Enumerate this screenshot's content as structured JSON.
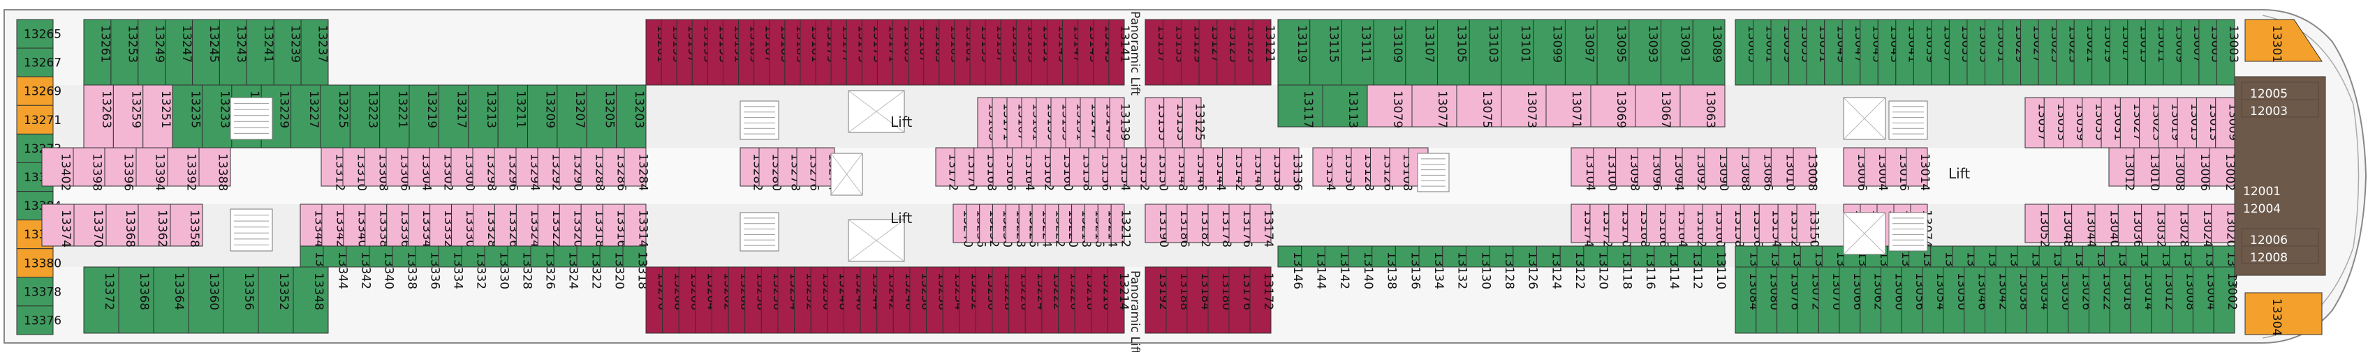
{
  "colors": {
    "green": "#3f9b5f",
    "pink": "#f3b7d4",
    "crimson": "#a51f4a",
    "orange": "#f3a12c",
    "brown": "#6d594a",
    "hull": "#f6f6f6",
    "hull_stroke": "#888888"
  },
  "labels": {
    "lift_a": "Lift",
    "lift_b": "Lift",
    "lift_main": "Lift",
    "panoramic_top": "Panoramic Lift",
    "panoramic_bottom": "Panoramic Lift"
  },
  "aft_column": [
    {
      "label": "13265",
      "c": "green"
    },
    {
      "label": "13267",
      "c": "green"
    },
    {
      "label": "13269",
      "c": "orange"
    },
    {
      "label": "13271",
      "c": "orange"
    },
    {
      "label": "13273",
      "c": "green"
    },
    {
      "label": "13386",
      "c": "green"
    },
    {
      "label": "13384",
      "c": "green"
    },
    {
      "label": "13382",
      "c": "orange"
    },
    {
      "label": "13380",
      "c": "orange"
    },
    {
      "label": "13378",
      "c": "green"
    },
    {
      "label": "13376",
      "c": "green"
    }
  ],
  "bow_suites": [
    "12005",
    "12003",
    "12001",
    "12004",
    "12006",
    "12008"
  ],
  "bow_corner": [
    "13301",
    "13304"
  ],
  "top_row": [
    "13261",
    "13253",
    "13249",
    "13247",
    "13245",
    "13243",
    "13241",
    "13239",
    "13237",
    "13201",
    "13199",
    "13197",
    "13195",
    "13193",
    "13191",
    "13189",
    "13187",
    "13185",
    "13183",
    "13181",
    "13179",
    "13177",
    "13175",
    "13173",
    "13171",
    "13169",
    "13167",
    "13165",
    "13163",
    "13161",
    "13159",
    "13157",
    "13155",
    "13153",
    "13151",
    "13149",
    "13147",
    "13145",
    "13143",
    "13141",
    "13137",
    "13133",
    "13129",
    "13127",
    "13125",
    "13123",
    "13121",
    "13119",
    "13115",
    "13111",
    "13109",
    "13107",
    "13105",
    "13103",
    "13101",
    "13099",
    "13097",
    "13095",
    "13093",
    "13091",
    "13089",
    "13065",
    "13061",
    "13059",
    "13055",
    "13051",
    "13049",
    "13047",
    "13045",
    "13043",
    "13041",
    "13039",
    "13037",
    "13035",
    "13033",
    "13031",
    "13029",
    "13027",
    "13025",
    "13023",
    "13021",
    "13019",
    "13017",
    "13015",
    "13011",
    "13009",
    "13007",
    "13005",
    "13003"
  ],
  "top_inner": [
    "13263",
    "13259",
    "13251",
    "13235",
    "13233",
    "13231",
    "13229",
    "13227",
    "13225",
    "13223",
    "13221",
    "13219",
    "13217",
    "13213",
    "13211",
    "13209",
    "13207",
    "13205",
    "13203",
    "13163b",
    "13171b",
    "13167",
    "13161",
    "13159",
    "13155",
    "13151",
    "13147",
    "13143",
    "13139",
    "13135",
    "13133",
    "13125",
    "13117",
    "13113",
    "13079",
    "13077",
    "13075",
    "13073",
    "13071",
    "13069",
    "13067",
    "13063",
    "13057",
    "13053",
    "13039",
    "13035",
    "13031",
    "13027",
    "13023",
    "13019",
    "13015",
    "13013",
    "13009"
  ],
  "mid_top_row": [
    "13402",
    "13398",
    "13396",
    "13394",
    "13392",
    "13388",
    "13312",
    "13310",
    "13308",
    "13306",
    "13304",
    "13302",
    "13300",
    "13298",
    "13296",
    "13294",
    "13292",
    "13290",
    "13288",
    "13286",
    "13284",
    "13282",
    "13280",
    "13278",
    "13276",
    "13274",
    "13172",
    "13170",
    "13168",
    "13166",
    "13164",
    "13162",
    "13160",
    "13158",
    "13156",
    "13154",
    "13152",
    "13150",
    "13148",
    "13146",
    "13144",
    "13142",
    "13140",
    "13138",
    "13136",
    "13134",
    "13130",
    "13128",
    "13126",
    "13108",
    "13106",
    "13104",
    "13100",
    "13098",
    "13096",
    "13094",
    "13092",
    "13090",
    "13088",
    "13086",
    "13010",
    "13008",
    "13006",
    "13004",
    "13016",
    "13014",
    "13012",
    "13010b",
    "13008b",
    "13006b",
    "13002"
  ],
  "mid_bottom_row": [
    "13374",
    "13370",
    "13368",
    "13362",
    "13358",
    "13344",
    "13342",
    "13340",
    "13338",
    "13336",
    "13334",
    "13332",
    "13330",
    "13328",
    "13326",
    "13324",
    "13322",
    "13320",
    "13318",
    "13316",
    "13314",
    "13240",
    "13236",
    "13232",
    "13230",
    "13228",
    "13226",
    "13224",
    "13222",
    "13220",
    "13218",
    "13216",
    "13214",
    "13212",
    "13190",
    "13186",
    "13182",
    "13178",
    "13176",
    "13174",
    "13174b",
    "13172b",
    "13170b",
    "13168b",
    "13166b",
    "13164b",
    "13162b",
    "13160b",
    "13158b",
    "13156b",
    "13154b",
    "13152b",
    "13150b",
    "13086b",
    "13082",
    "13078",
    "13076",
    "13074",
    "13052",
    "13048",
    "13044",
    "13040",
    "13036",
    "13032",
    "13028",
    "13024",
    "13020"
  ],
  "bottom_inner": [
    "13346",
    "13344",
    "13342",
    "13340",
    "13338",
    "13336",
    "13334",
    "13332",
    "13330",
    "13328",
    "13326",
    "13324",
    "13322",
    "13320",
    "13318",
    "13146",
    "13144",
    "13142",
    "13140",
    "13138",
    "13136",
    "13134",
    "13132",
    "13130",
    "13128",
    "13126",
    "13124",
    "13122",
    "13120",
    "13118",
    "13116",
    "13114",
    "13112",
    "13110",
    "13106",
    "13102",
    "13090",
    "13086",
    "13080",
    "13074",
    "13070",
    "13066",
    "13062",
    "13058",
    "13054",
    "13050",
    "13046",
    "13042",
    "13038",
    "13034",
    "13030",
    "13026",
    "13022",
    "13018",
    "13014",
    "13010",
    "13006"
  ],
  "bottom_row": [
    "13372",
    "13368",
    "13364",
    "13360",
    "13356",
    "13352",
    "13348",
    "13270",
    "13268",
    "13266",
    "13264",
    "13262",
    "13260",
    "13258",
    "13256",
    "13254",
    "13252",
    "13250",
    "13248",
    "13246",
    "13244",
    "13242",
    "13240",
    "13238",
    "13236",
    "13234",
    "13232",
    "13230",
    "13228",
    "13226",
    "13224",
    "13222",
    "13220",
    "13218",
    "13216",
    "13214",
    "13192",
    "13188",
    "13184",
    "13180",
    "13176",
    "13172",
    "13084",
    "13080",
    "13076",
    "13072",
    "13070",
    "13066",
    "13062",
    "13060",
    "13056",
    "13054",
    "13050",
    "13046",
    "13042",
    "13038",
    "13034",
    "13030",
    "13026",
    "13022",
    "13018",
    "13014",
    "13012",
    "13008",
    "13004",
    "13002"
  ]
}
